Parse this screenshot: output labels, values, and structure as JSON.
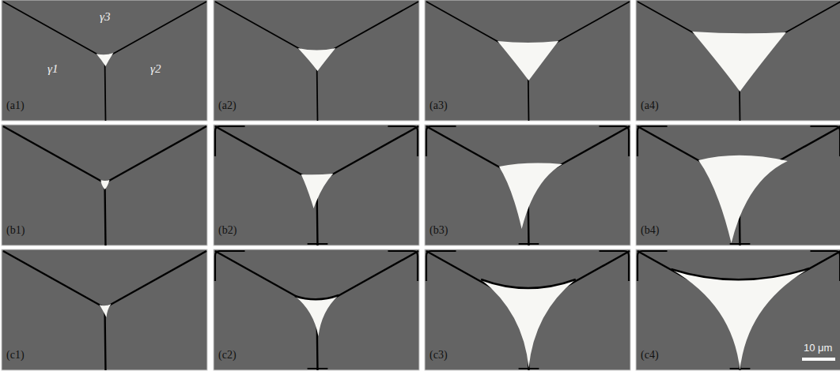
{
  "diagram": {
    "labels": [
      "γ3",
      "γ1",
      "γ2",
      "(a1)",
      "(a2)",
      "(a3)",
      "(a4)",
      "(b1)",
      "(b2)",
      "(b3)",
      "(b4)",
      "(c1)",
      "(c2)",
      "(c3)",
      "(c4)",
      "10 μm"
    ]
  }
}
